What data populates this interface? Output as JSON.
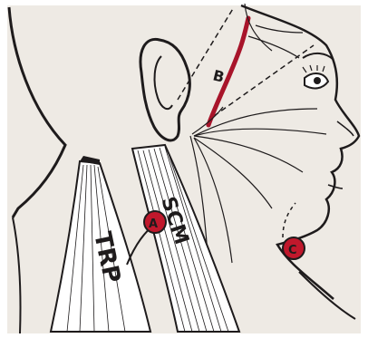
{
  "labels": {
    "trp": "TRP",
    "scm": "SCM",
    "b": "B",
    "a": "A",
    "c": "C"
  },
  "colors": {
    "paper": "#eeeae4",
    "ink": "#1e1b1c",
    "nerve_red": "#a8142a",
    "marker_red": "#c0182c",
    "frame": "#ffffff"
  }
}
